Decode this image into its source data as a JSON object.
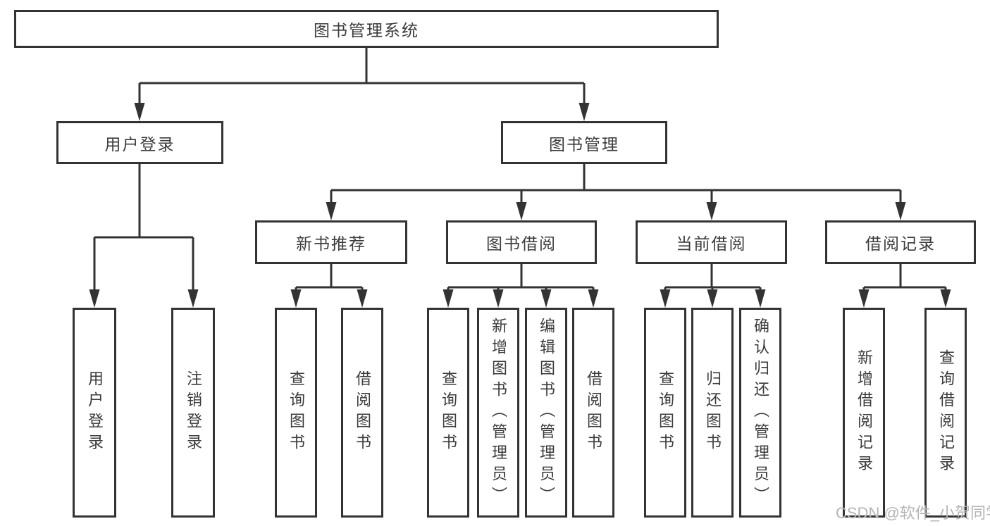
{
  "tree": {
    "root": {
      "label": "图书管理系统"
    },
    "branches": [
      {
        "label": "用户登录",
        "children": [
          {
            "label": "用户登录"
          },
          {
            "label": "注销登录"
          }
        ]
      },
      {
        "label": "图书管理",
        "children": [
          {
            "label": "新书推荐",
            "children": [
              {
                "label": "查询图书"
              },
              {
                "label": "借阅图书"
              }
            ]
          },
          {
            "label": "图书借阅",
            "children": [
              {
                "label": "查询图书"
              },
              {
                "label": "新增图书（管理员）"
              },
              {
                "label": "编辑图书（管理员）"
              },
              {
                "label": "借阅图书"
              }
            ]
          },
          {
            "label": "当前借阅",
            "children": [
              {
                "label": "查询图书"
              },
              {
                "label": "归还图书"
              },
              {
                "label": "确认归还（管理员）"
              }
            ]
          },
          {
            "label": "借阅记录",
            "children": [
              {
                "label": "新增借阅记录"
              },
              {
                "label": "查询借阅记录"
              }
            ]
          }
        ]
      }
    ]
  },
  "watermark": "CSDN @软件_小贺同学",
  "colors": {
    "line": "#333333",
    "text": "#3b3b3b",
    "background": "#ffffff",
    "watermark": "#b5b5b5"
  }
}
